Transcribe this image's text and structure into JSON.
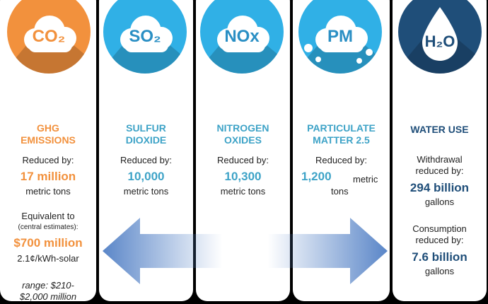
{
  "colors": {
    "orange": "#f2913d",
    "teal": "#3ea3c7",
    "lightblue": "#30b0e6",
    "navy": "#1f4e79",
    "arrow": "#5a86c8"
  },
  "ghg": {
    "icon_label": "CO₂",
    "title_line1": "GHG",
    "title_line2": "EMISSIONS",
    "reduced_by": "Reduced by:",
    "value": "17 million",
    "unit": "metric tons",
    "equiv": "Equivalent to",
    "central": "(central estimates):",
    "money": "$700 million",
    "rate": "2.1¢/kWh-solar",
    "range_line1": "range: $210-",
    "range_line2": "$2,000 million"
  },
  "so2": {
    "icon_label": "SO₂",
    "title_line1": "SULFUR",
    "title_line2": "DIOXIDE",
    "reduced_by": "Reduced by:",
    "value": "10,000",
    "unit": "metric tons"
  },
  "nox": {
    "icon_label": "NOx",
    "title_line1": "NITROGEN",
    "title_line2": "OXIDES",
    "reduced_by": "Reduced by:",
    "value": "10,300",
    "unit": "metric tons"
  },
  "pm": {
    "icon_label": "PM",
    "title_line1": "PARTICULATE",
    "title_line2": "MATTER 2.5",
    "reduced_by": "Reduced by:",
    "value": "1,200",
    "unit_a": "metric",
    "unit_b": "tons"
  },
  "water": {
    "icon_label": "H₂O",
    "title": "WATER USE",
    "withdrawal_a": "Withdrawal",
    "withdrawal_b": "reduced by:",
    "withdrawal_value": "294 billion",
    "withdrawal_unit": "gallons",
    "consumption_a": "Consumption",
    "consumption_b": "reduced by:",
    "consumption_value": "7.6 billion",
    "consumption_unit": "gallons"
  }
}
